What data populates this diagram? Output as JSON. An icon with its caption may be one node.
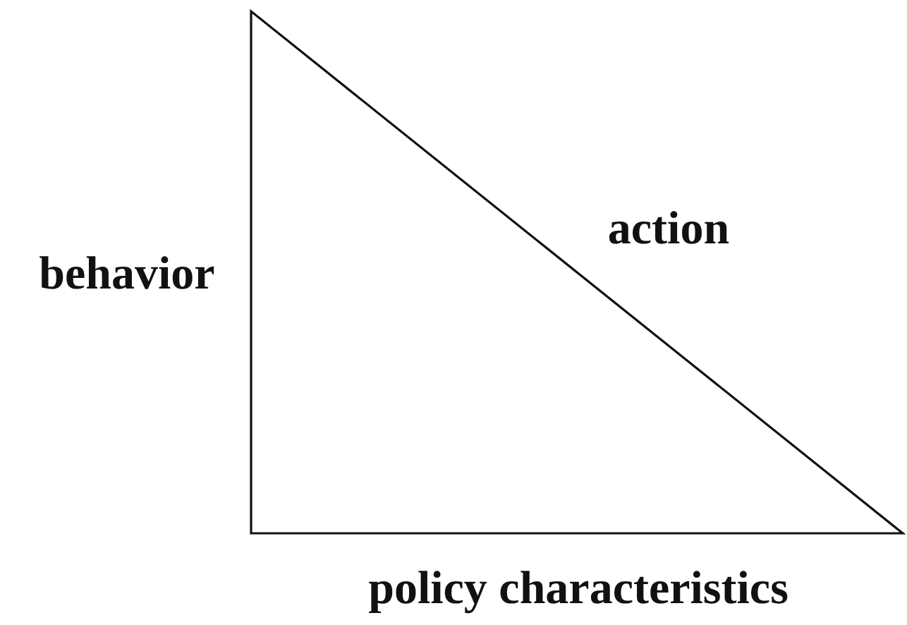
{
  "diagram": {
    "labels": [
      "behavior",
      "action",
      "policy characteristics"
    ]
  }
}
